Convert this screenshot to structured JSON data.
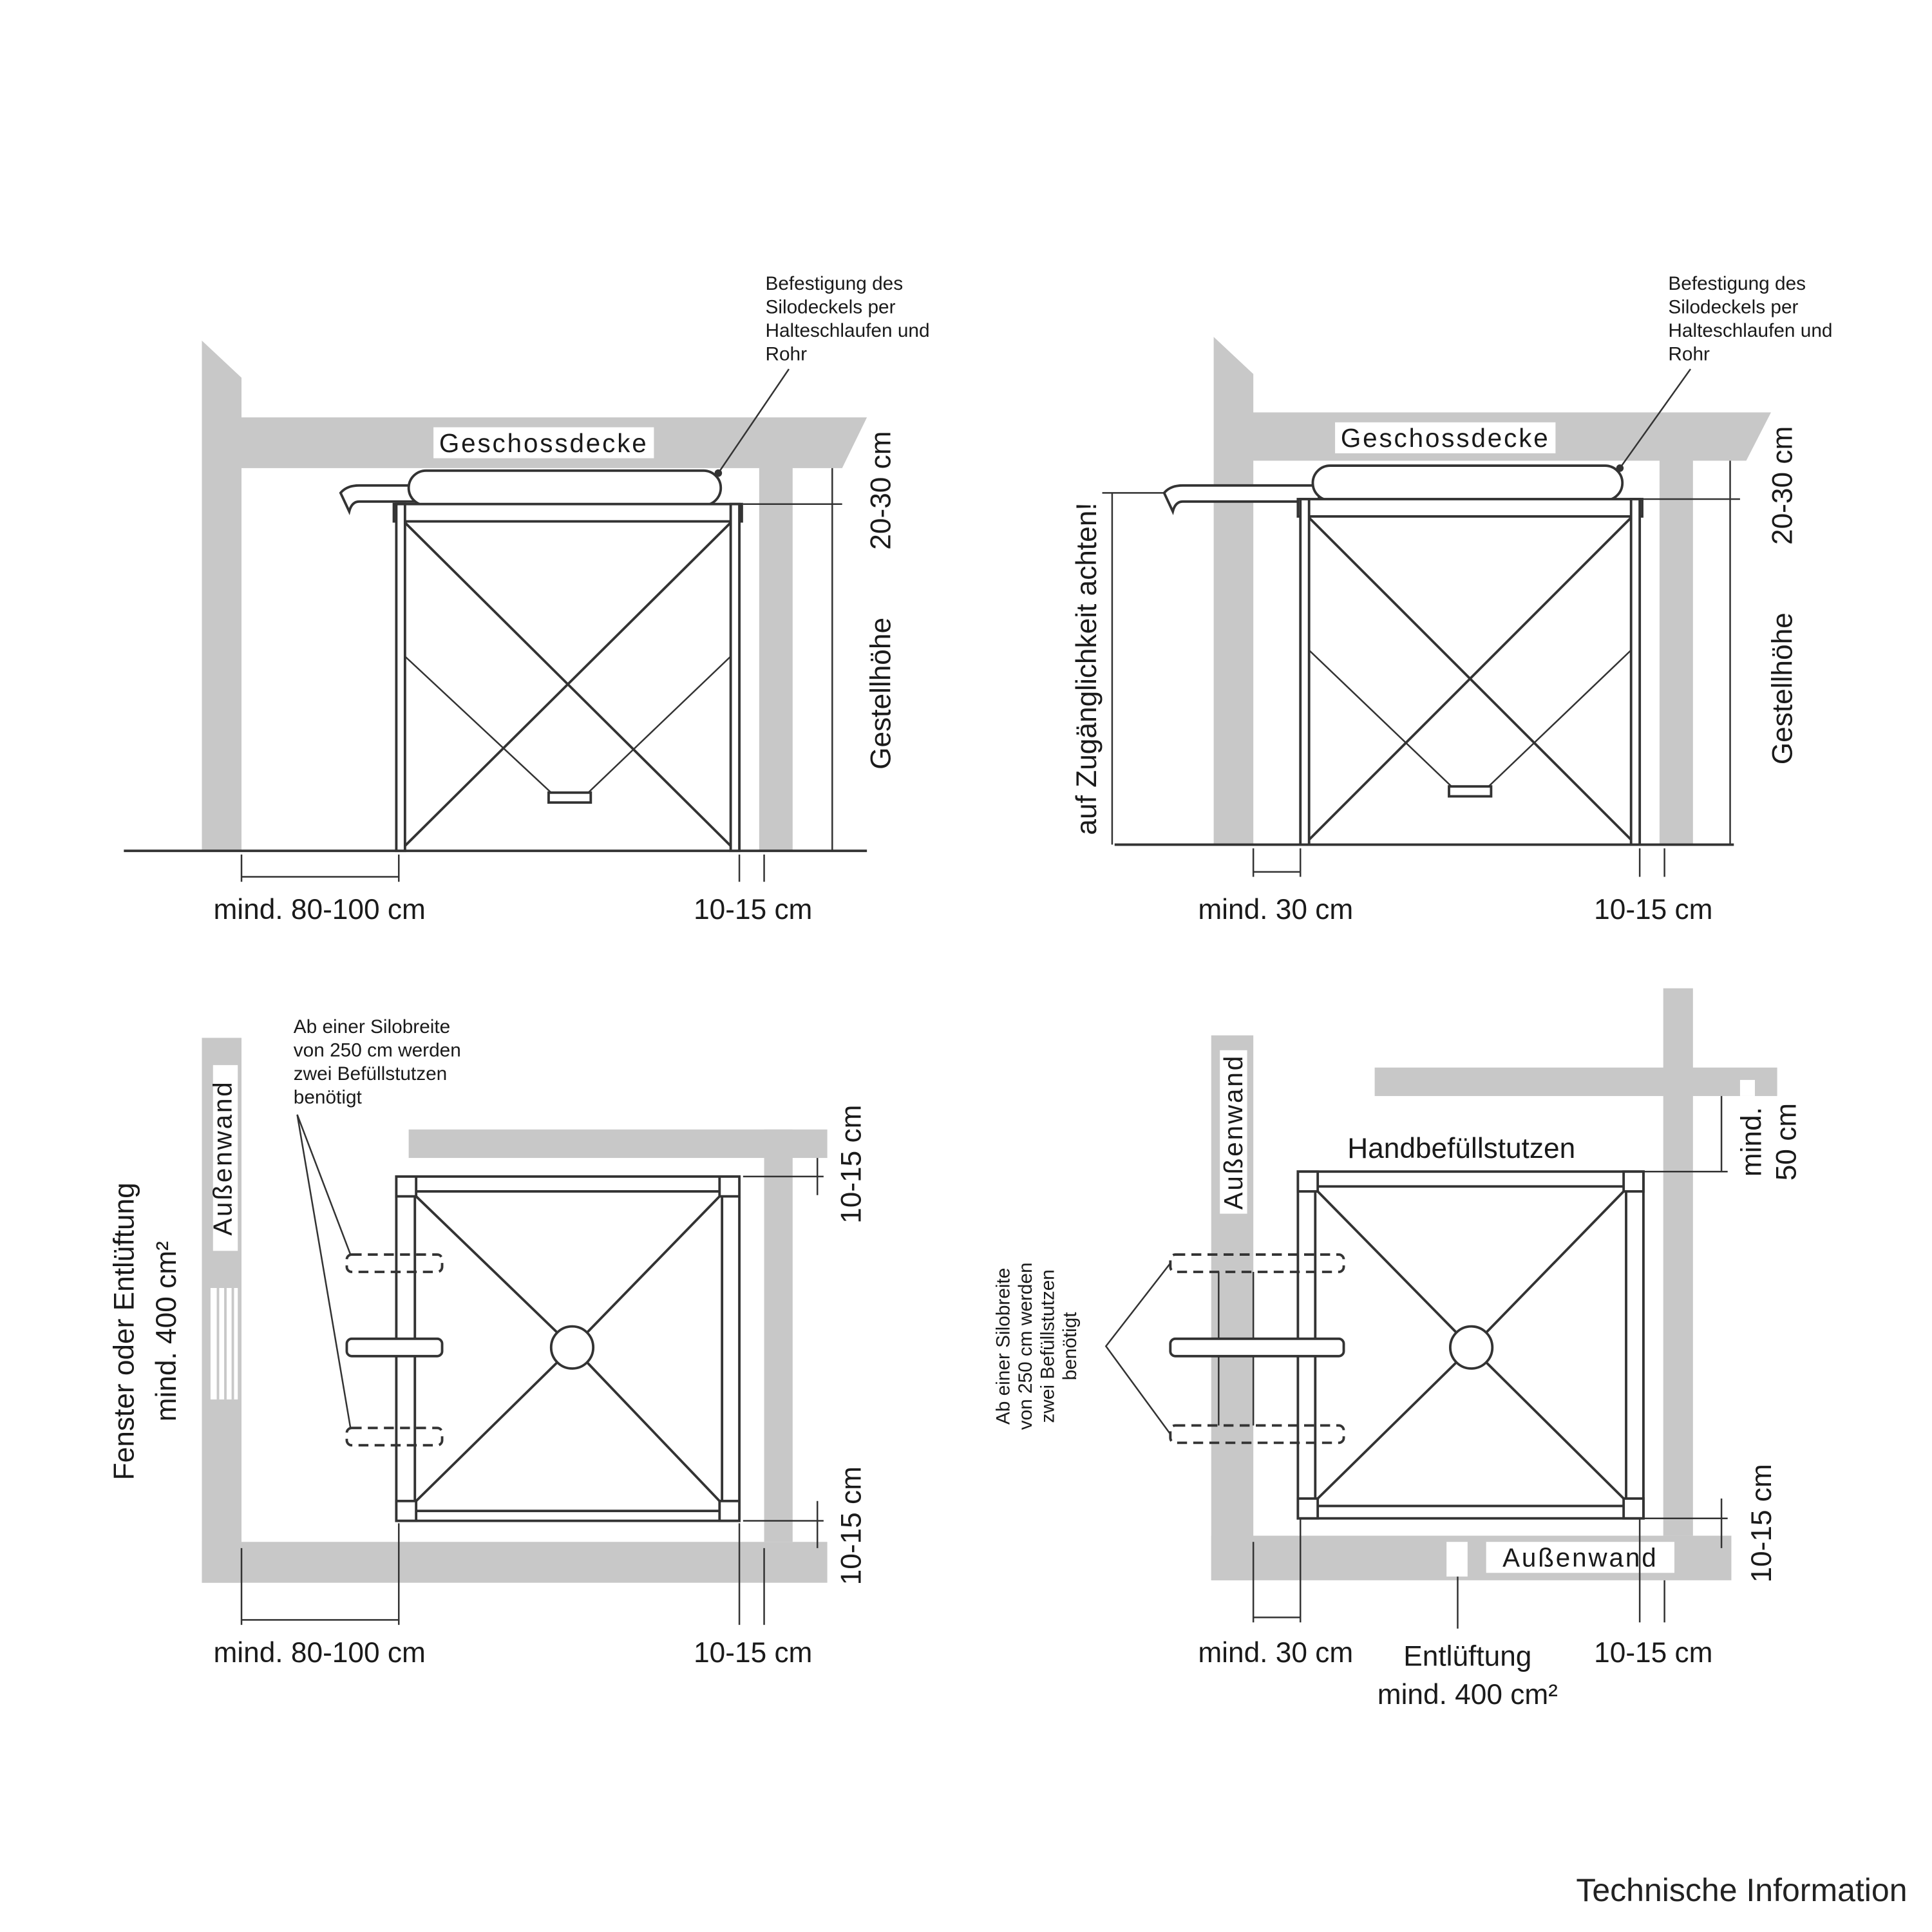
{
  "panel_side_tall": {
    "ceiling": "Geschossdecke",
    "note": [
      "Befestigung des",
      "Silodeckels per",
      "Halteschlaufen und",
      "Rohr"
    ],
    "top_gap": "20-30 cm",
    "frame_height": "Gestellhöhe",
    "left_clearance": "mind. 80-100 cm",
    "right_clearance": "10-15 cm"
  },
  "panel_side_short": {
    "ceiling": "Geschossdecke",
    "note": [
      "Befestigung des",
      "Silodeckels per",
      "Halteschlaufen und",
      "Rohr"
    ],
    "top_gap": "20-30 cm",
    "frame_height": "Gestellhöhe",
    "access_note": "auf Zugänglichkeit achten!",
    "left_clearance": "mind. 30 cm",
    "right_clearance": "10-15 cm"
  },
  "panel_plan_left": {
    "wall": "Außenwand",
    "note": [
      "Ab einer Silobreite",
      "von 250 cm werden",
      "zwei Befüllstutzen",
      "benötigt"
    ],
    "vent": [
      "Fenster oder Entlüftung",
      "mind. 400 cm²"
    ],
    "top_gap": "10-15 cm",
    "bottom_gap": "10-15 cm",
    "left_clearance": "mind. 80-100 cm",
    "right_clearance": "10-15 cm"
  },
  "panel_plan_right": {
    "wall_left": "Außenwand",
    "wall_bottom": "Außenwand",
    "fill_port": "Handbefüllstutzen",
    "note": [
      "Ab einer Silobreite",
      "von 250 cm werden",
      "zwei Befüllstutzen",
      "benötigt"
    ],
    "top_gap": [
      "mind.",
      "50 cm"
    ],
    "bottom_gap": "10-15 cm",
    "left_clearance": "mind. 30 cm",
    "vent": [
      "Entlüftung",
      "mind. 400 cm²"
    ],
    "right_clearance": "10-15 cm"
  },
  "footer": "Technische Information"
}
